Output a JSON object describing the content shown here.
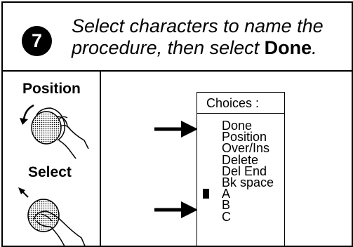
{
  "header": {
    "step_number": "7",
    "line1": "Select characters to name the",
    "line2_prefix": "procedure, then select ",
    "line2_done": "Done",
    "line2_suffix": "."
  },
  "controls": {
    "position_label": "Position",
    "select_label": "Select"
  },
  "choices": {
    "title": "Choices :",
    "items": [
      "Done",
      "Position",
      "Over/Ins",
      "Delete",
      "Del End",
      "Bk space",
      "A",
      "B",
      "C"
    ],
    "pointed_items": [
      "Done",
      "A"
    ],
    "cursor_item": "A"
  },
  "icons": {
    "position_knob": "rotating-knob-icon",
    "select_knob": "press-knob-icon",
    "pointer_arrows": "right-arrow-icon"
  }
}
